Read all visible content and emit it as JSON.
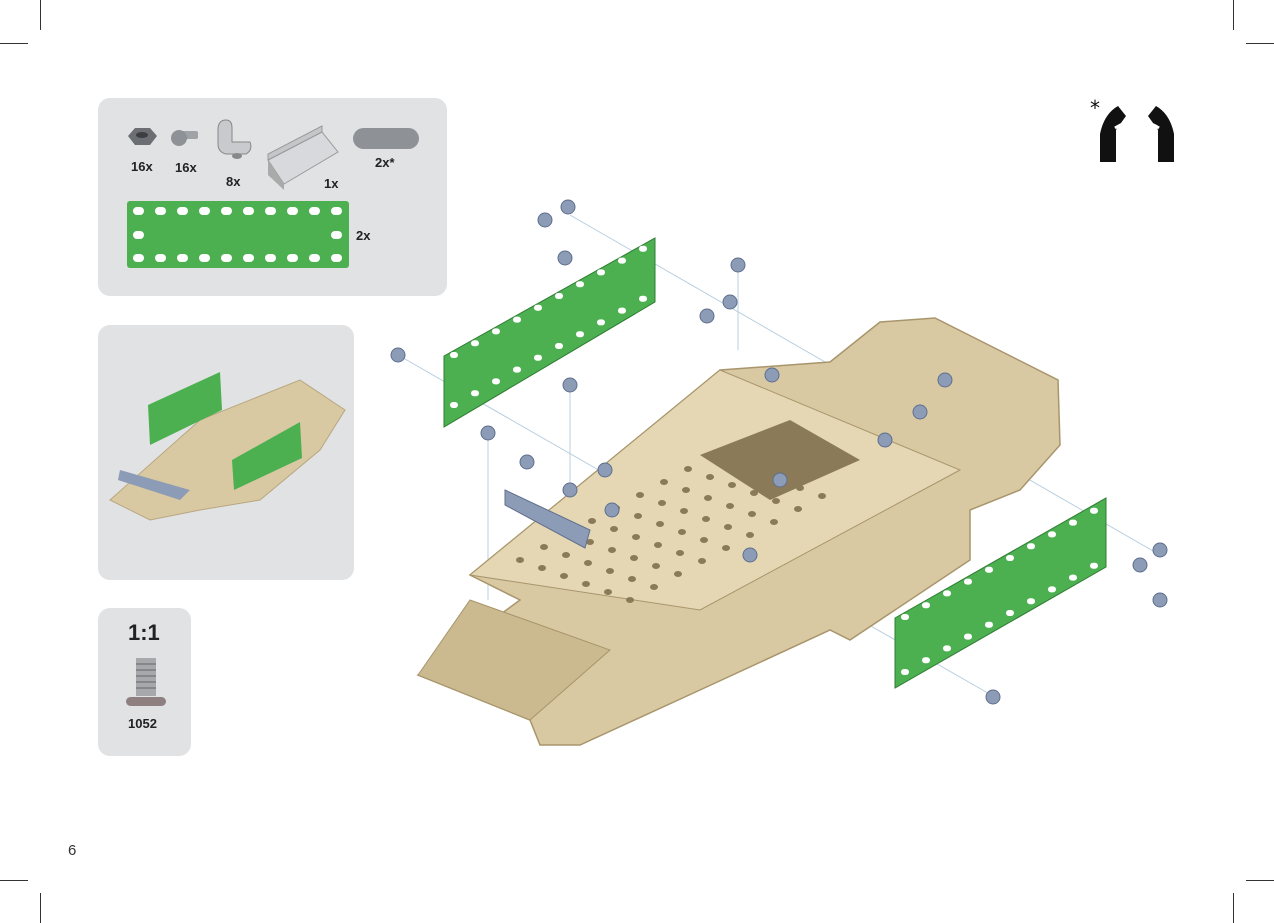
{
  "page_number": "6",
  "parts": [
    {
      "name": "hex-nut",
      "qty": "16x"
    },
    {
      "name": "bolt",
      "qty": "16x"
    },
    {
      "name": "angle-bracket",
      "qty": "8x"
    },
    {
      "name": "angle-girder",
      "qty": "1x"
    },
    {
      "name": "strip-3-hole",
      "qty": "2x*"
    },
    {
      "name": "flat-plate-green",
      "qty": "2x"
    }
  ],
  "scale": {
    "label": "1:1",
    "part_number": "1052"
  },
  "colors": {
    "panel": "#e1e2e4",
    "green": "#4caf50",
    "beige": "#d9c9a3",
    "bolt": "#8c9bb6"
  }
}
